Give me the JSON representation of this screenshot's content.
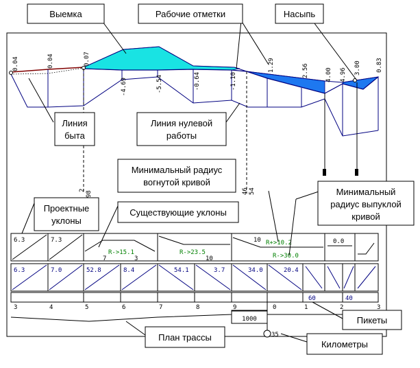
{
  "callouts": {
    "cut": "Выемка",
    "working_marks": "Рабочие отметки",
    "fill": "Насыпь",
    "ground_line": [
      "Линия",
      "быта"
    ],
    "zero_line": [
      "Линия нулевой",
      "работы"
    ],
    "min_radius_concave": [
      "Минимальный радиус",
      "вогнутой кривой"
    ],
    "min_radius_convex": [
      "Минимальный",
      "радиус выпуклой",
      "кривой"
    ],
    "design_slopes": [
      "Проектные",
      "уклоны"
    ],
    "existing_slopes": "Существующие уклоны",
    "pickets": "Пикеты",
    "route_plan": "План трассы",
    "kilometers": "Километры"
  },
  "working_marks": [
    "0.04",
    "0.04",
    "0.07",
    "-4.69",
    "-5.54",
    "-0.64",
    "-1.10",
    "1.29",
    "2.56",
    "4.00",
    "4.96",
    "3.00",
    "0.83"
  ],
  "zero_work_labels": {
    "left_top": "2",
    "left_bottom": "98",
    "right_top": "46",
    "right_bottom": "54"
  },
  "design_row": {
    "slopes": [
      "6.3",
      "7.3",
      "0.0"
    ],
    "curves": [
      {
        "label": "R->15.1",
        "left": "7",
        "right": "3"
      },
      {
        "label": "R->23.5",
        "right": "10"
      },
      {
        "label": "R+>10.2",
        "left": "10"
      },
      {
        "label": "R->30.0"
      }
    ]
  },
  "existing_row": {
    "slopes": [
      "6.3",
      "7.0",
      "52.8",
      "8.4",
      "54.1",
      "3.7",
      "34.0",
      "20.4"
    ]
  },
  "pickets": {
    "numbers": [
      "3",
      "4",
      "5",
      "6",
      "7",
      "8",
      "9",
      "0",
      "1",
      "2",
      "3"
    ],
    "plus_labels": [
      "60",
      "40"
    ]
  },
  "route_plan": {
    "curve_length": "1000",
    "kilometer": "35"
  },
  "colors": {
    "cut_fill": "#19e3e3",
    "fill_fill": "#1e78f0",
    "profile_blue": "#000080",
    "curve_green": "#008000",
    "ground_line": "#800000"
  }
}
